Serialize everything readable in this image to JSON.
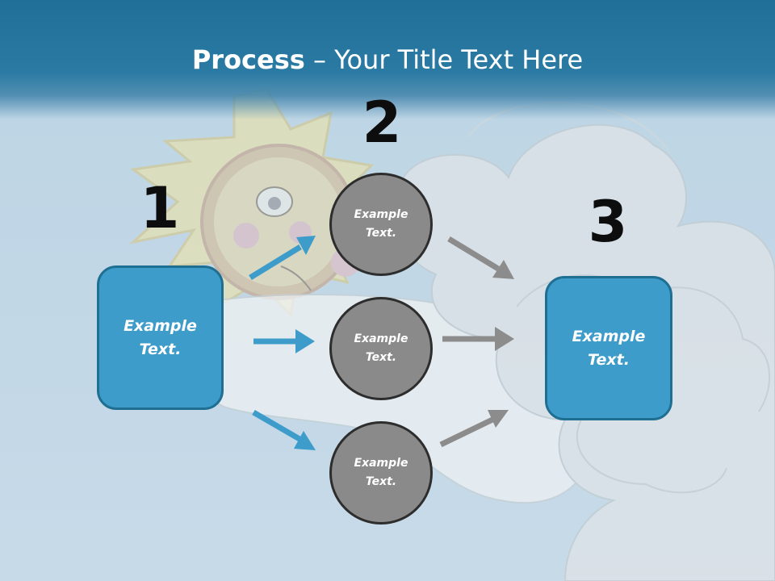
{
  "title": {
    "bold": "Process",
    "rest": " – Your Title Text Here"
  },
  "steps": {
    "one": "1",
    "two": "2",
    "three": "3"
  },
  "boxes": {
    "left": {
      "line1": "Example",
      "line2": "Text."
    },
    "right": {
      "line1": "Example",
      "line2": "Text."
    }
  },
  "circles": [
    {
      "line1": "Example",
      "line2": "Text."
    },
    {
      "line1": "Example",
      "line2": "Text."
    },
    {
      "line1": "Example",
      "line2": "Text."
    }
  ],
  "colors": {
    "header": "#1f6f99",
    "box_fill": "#3d9cc9",
    "circle_fill": "#8a8a8a",
    "arrow_blue": "#3d9cc9",
    "arrow_gray": "#8c8c8c"
  }
}
